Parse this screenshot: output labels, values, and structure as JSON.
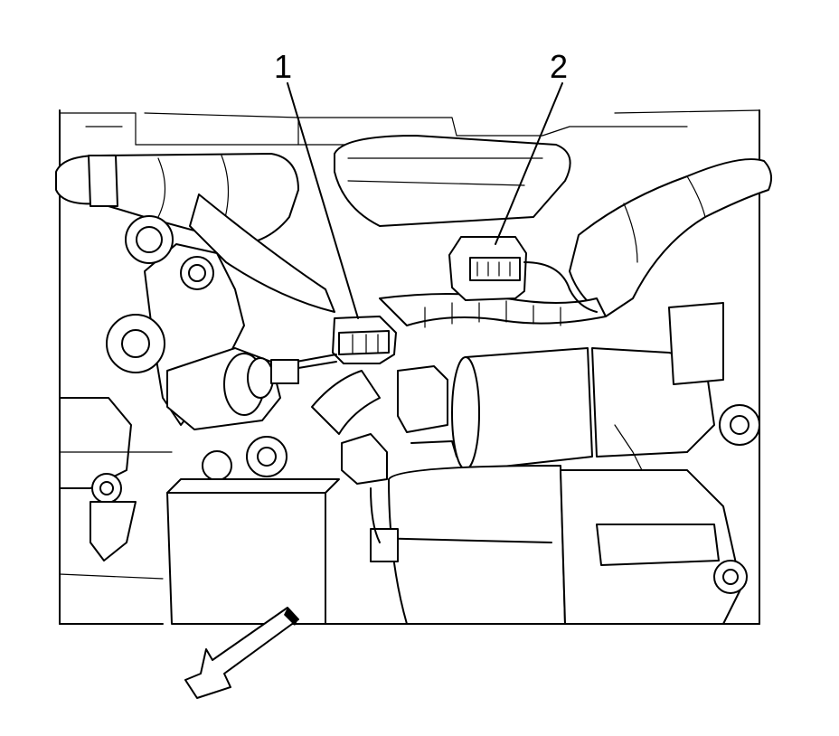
{
  "callouts": [
    {
      "label": "1",
      "target": "engine-harness-connector"
    },
    {
      "label": "2",
      "target": "harness-connector"
    }
  ],
  "orientation_arrow": "front-of-vehicle-arrow"
}
